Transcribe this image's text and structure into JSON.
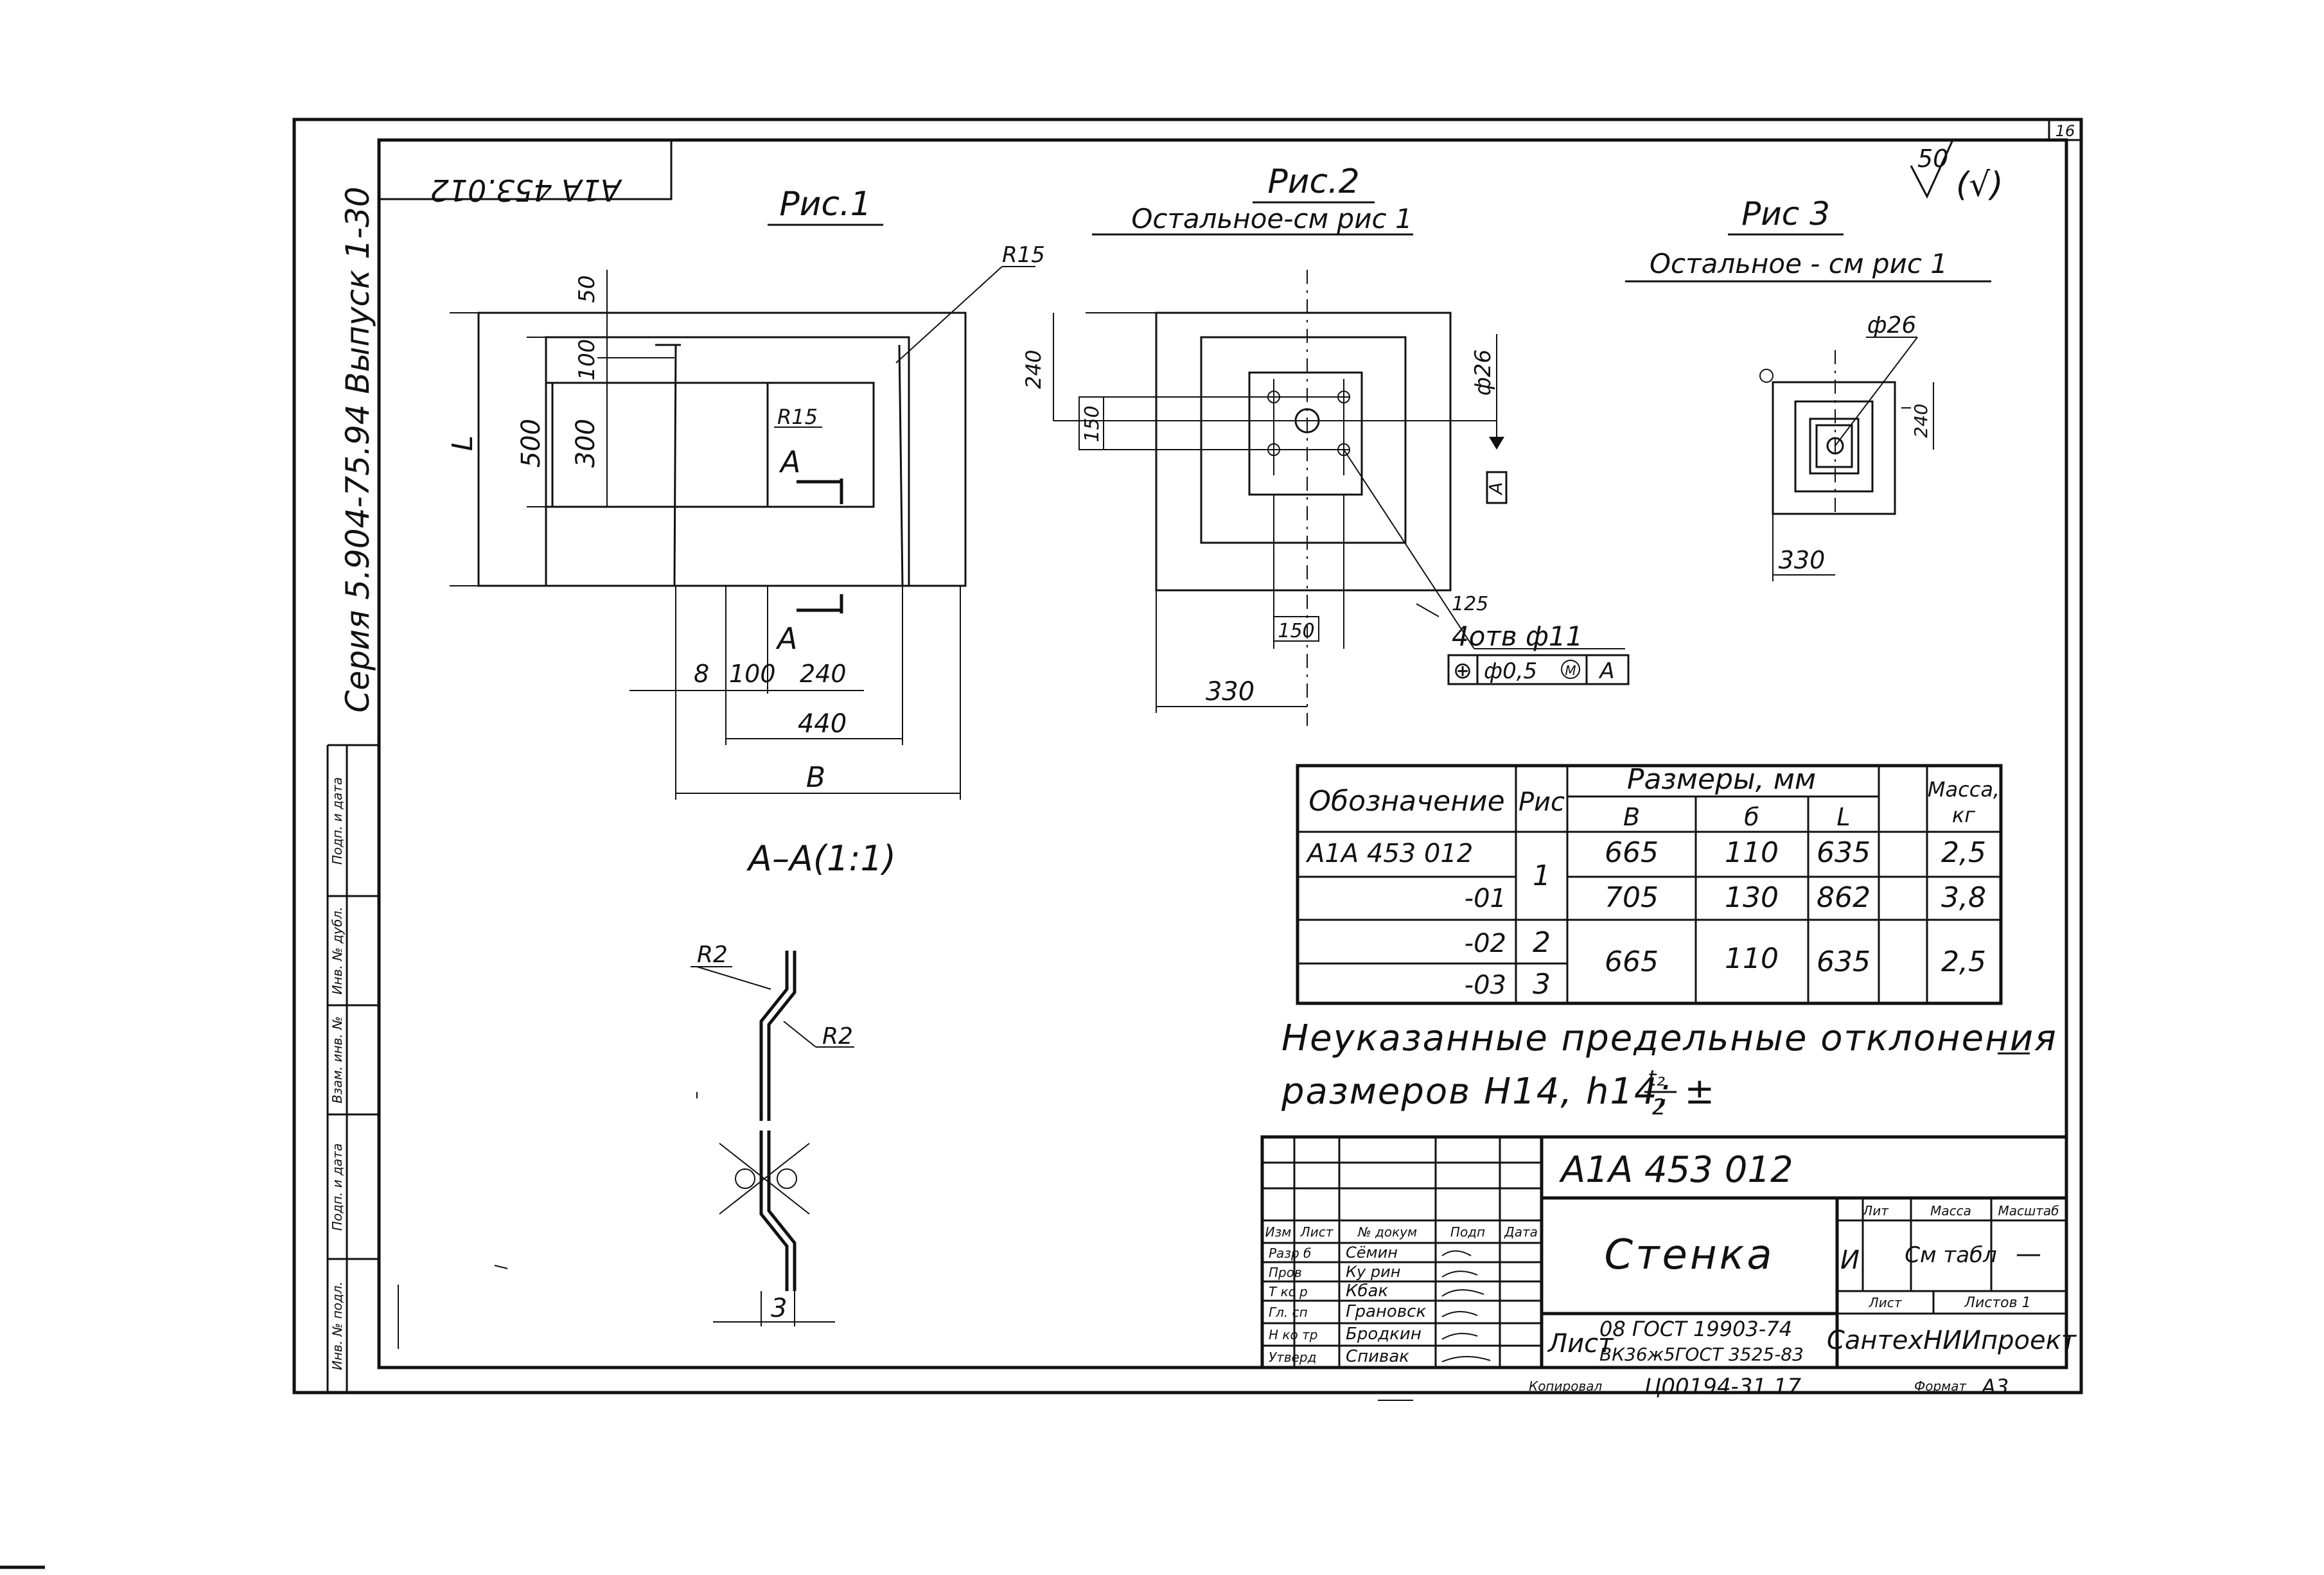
{
  "sheet": {
    "page_number": "16",
    "surface_finish": "50",
    "surface_finish_note": "(√)",
    "top_stamp": "А1А 453.012",
    "side_series": "Серия 5.904-75.94 Выпуск 1-30"
  },
  "side_columns": [
    "Подп. и дата",
    "Инв. № дубл.",
    "Взам. инв. №",
    "Подп. и дата",
    "Инв. № подл."
  ],
  "fig1": {
    "title": "Рис.1",
    "r15_outer": "R15",
    "r15_inner": "R15",
    "section_mark": "A",
    "d_50": "50",
    "d_100": "100",
    "d_300": "300",
    "d_500": "500",
    "d_L": "L",
    "d_8": "8",
    "d_100b": "100",
    "d_240": "240",
    "d_440": "440",
    "d_B": "B"
  },
  "section": {
    "title": "А–А(1:1)",
    "r2_top": "R2",
    "r2_mid": "R2",
    "d_3": "3"
  },
  "fig2": {
    "title": "Рис.2",
    "subtitle": "Остальное-см рис 1",
    "d_240": "240",
    "d_150v": "150",
    "d_150h": "150",
    "d_330": "330",
    "d_26": "ф26",
    "d_125": "125",
    "datum": "A",
    "holes": "4отв ф11",
    "tol_sym": "⊕",
    "tol_val": "ф0,5",
    "tol_mod": "M",
    "tol_datum": "A"
  },
  "fig3": {
    "title": "Рис 3",
    "subtitle": "Остальное - см рис 1",
    "d_26": "ф26",
    "d_240": "240",
    "d_330": "330"
  },
  "table": {
    "headers": {
      "designation": "Обозначение",
      "fig": "Рис",
      "sizes": "Размеры, мм",
      "B": "B",
      "b": "б",
      "L": "L",
      "mass": "Масса,",
      "mass_unit": "кг"
    },
    "rows": [
      {
        "designation": "А1А 453 012",
        "fig": "1",
        "B": "665",
        "b": "110",
        "L": "635",
        "mass": "2,5"
      },
      {
        "designation": "-01",
        "fig": "",
        "B": "705",
        "b": "130",
        "L": "862",
        "mass": "3,8"
      },
      {
        "designation": "-02",
        "fig": "2",
        "B": "665",
        "b": "110",
        "L": "635",
        "mass": "2,5"
      },
      {
        "designation": "-03",
        "fig": "3",
        "B": "",
        "b": "",
        "L": "",
        "mass": ""
      }
    ]
  },
  "note": {
    "line1": "Неуказанные предельные отклонения",
    "line2": "размеров H14, h14; ±",
    "frac_num": "t₂",
    "frac_den": "2"
  },
  "title_block": {
    "code": "А1А 453 012",
    "name": "Стенка",
    "lit_label": "Лит",
    "mass_label": "Масса",
    "scale_label": "Масштаб",
    "lit_value": "И",
    "mass_value": "См табл",
    "scale_value": "—",
    "sheet_label": "Лист",
    "sheets_label": "Листов 1",
    "org": "СантехНИИпроект",
    "list_label": "Лист",
    "code2": "08 ГОСТ 19903-74",
    "code3": "ВК36ж5ГОСТ 3525-83",
    "col_izm": "Изм",
    "col_list": "Лист",
    "col_doc": "№ докум",
    "col_sign": "Подп",
    "col_date": "Дата",
    "roles": [
      "Разр б",
      "Пров",
      "Т кс р",
      "Гл. сп",
      "Н ко тр",
      "Утверд"
    ],
    "names": [
      "Сёмин",
      "Ку рин",
      "Кбак",
      "Грановск",
      "Бродкин",
      "Спивак"
    ],
    "copied_label": "Копировал",
    "copied_value": "Ц00194-31 17",
    "format_label": "Формат",
    "format_value": "А3"
  }
}
